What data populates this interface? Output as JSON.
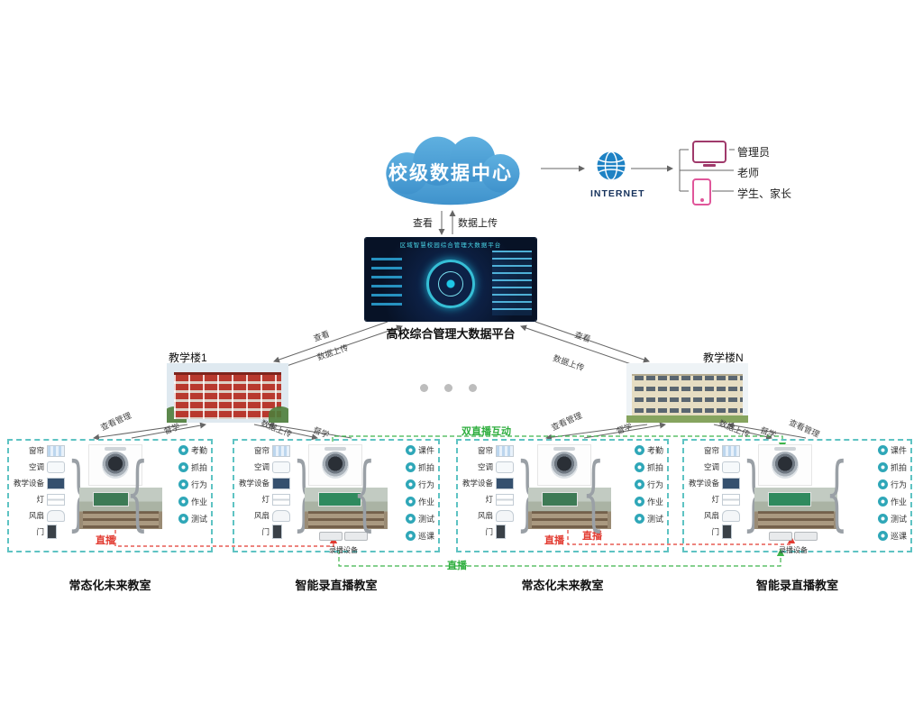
{
  "cloud": {
    "label": "校级数据中心"
  },
  "internet": {
    "label": "INTERNET"
  },
  "users": [
    {
      "label": "管理员"
    },
    {
      "label": "老师"
    },
    {
      "label": "学生、家长"
    }
  ],
  "platform": {
    "screen_title": "区域智慧校园综合管理大数据平台",
    "label": "高校综合管理大数据平台"
  },
  "links": {
    "view": "查看",
    "upload": "数据上传",
    "view_manage": "查看管理",
    "supervise": "督学",
    "live": "直播",
    "dual_live": "双直播互动"
  },
  "buildings": [
    {
      "label": "教学楼1"
    },
    {
      "label": "教学楼N"
    }
  ],
  "classrooms": [
    {
      "kind": "future",
      "label": "常态化未来教室",
      "devices": [
        "窗帘",
        "空调",
        "教学设备",
        "灯",
        "风扇",
        "门"
      ],
      "functions": [
        "考勤",
        "抓拍",
        "行为",
        "作业",
        "测试"
      ],
      "live_label": "直播"
    },
    {
      "kind": "recording",
      "label": "智能录直播教室",
      "devices": [
        "窗帘",
        "空调",
        "教学设备",
        "灯",
        "风扇",
        "门"
      ],
      "functions": [
        "课件",
        "抓拍",
        "行为",
        "作业",
        "测试",
        "巡课"
      ],
      "recorder_label": "录播设备"
    },
    {
      "kind": "future",
      "label": "常态化未来教室",
      "devices": [
        "窗帘",
        "空调",
        "教学设备",
        "灯",
        "风扇",
        "门"
      ],
      "functions": [
        "考勤",
        "抓拍",
        "行为",
        "作业",
        "测试"
      ],
      "live_label": "直播"
    },
    {
      "kind": "recording",
      "label": "智能录直播教室",
      "devices": [
        "窗帘",
        "空调",
        "教学设备",
        "灯",
        "风扇",
        "门"
      ],
      "functions": [
        "课件",
        "抓拍",
        "行为",
        "作业",
        "测试",
        "巡课"
      ],
      "recorder_label": "录播设备"
    }
  ]
}
